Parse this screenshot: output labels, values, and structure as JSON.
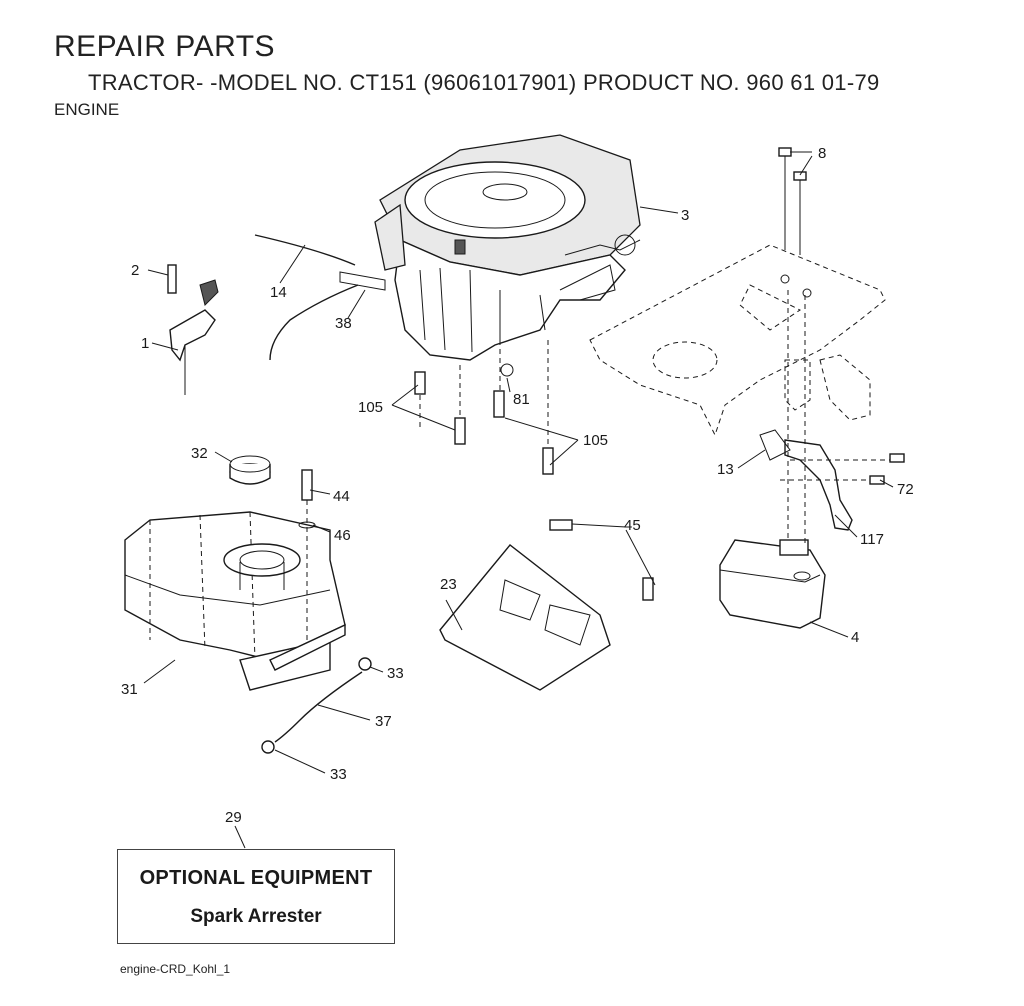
{
  "header": {
    "title": "REPAIR PARTS",
    "subtitle": "TRACTOR- -MODEL NO. CT151 (96061017901) PRODUCT NO. 960 61 01-79",
    "section": "ENGINE"
  },
  "callouts": [
    {
      "id": "p1",
      "label": "1"
    },
    {
      "id": "p2",
      "label": "2"
    },
    {
      "id": "p3",
      "label": "3"
    },
    {
      "id": "p4",
      "label": "4"
    },
    {
      "id": "p8",
      "label": "8"
    },
    {
      "id": "p13",
      "label": "13"
    },
    {
      "id": "p14",
      "label": "14"
    },
    {
      "id": "p23",
      "label": "23"
    },
    {
      "id": "p29",
      "label": "29"
    },
    {
      "id": "p31",
      "label": "31"
    },
    {
      "id": "p32",
      "label": "32"
    },
    {
      "id": "p33a",
      "label": "33"
    },
    {
      "id": "p33b",
      "label": "33"
    },
    {
      "id": "p37",
      "label": "37"
    },
    {
      "id": "p38",
      "label": "38"
    },
    {
      "id": "p44",
      "label": "44"
    },
    {
      "id": "p45",
      "label": "45"
    },
    {
      "id": "p46",
      "label": "46"
    },
    {
      "id": "p72",
      "label": "72"
    },
    {
      "id": "p81",
      "label": "81"
    },
    {
      "id": "p105a",
      "label": "105"
    },
    {
      "id": "p105b",
      "label": "105"
    },
    {
      "id": "p117",
      "label": "117"
    }
  ],
  "optional_box": {
    "title": "OPTIONAL EQUIPMENT",
    "item": "Spark Arrester"
  },
  "footer": "engine-CRD_Kohl_1"
}
